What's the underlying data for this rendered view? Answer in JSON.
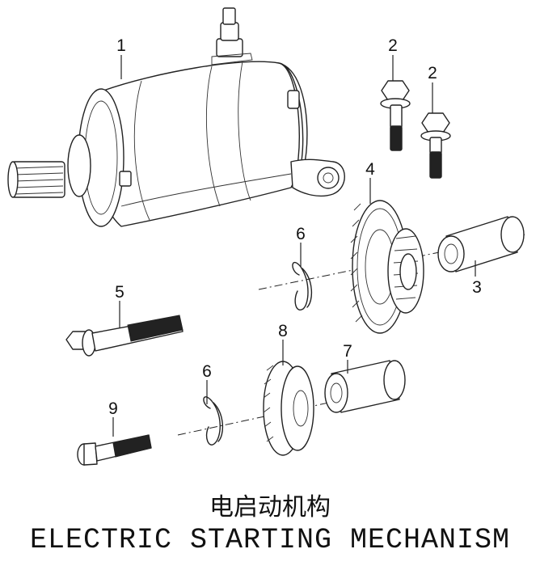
{
  "callouts": {
    "p1": "1",
    "p2a": "2",
    "p2b": "2",
    "p3": "3",
    "p4": "4",
    "p5": "5",
    "p6a": "6",
    "p6b": "6",
    "p7": "7",
    "p8": "8",
    "p9": "9"
  },
  "title": {
    "chinese": "电启动机构",
    "english": "ELECTRIC STARTING MECHANISM"
  }
}
